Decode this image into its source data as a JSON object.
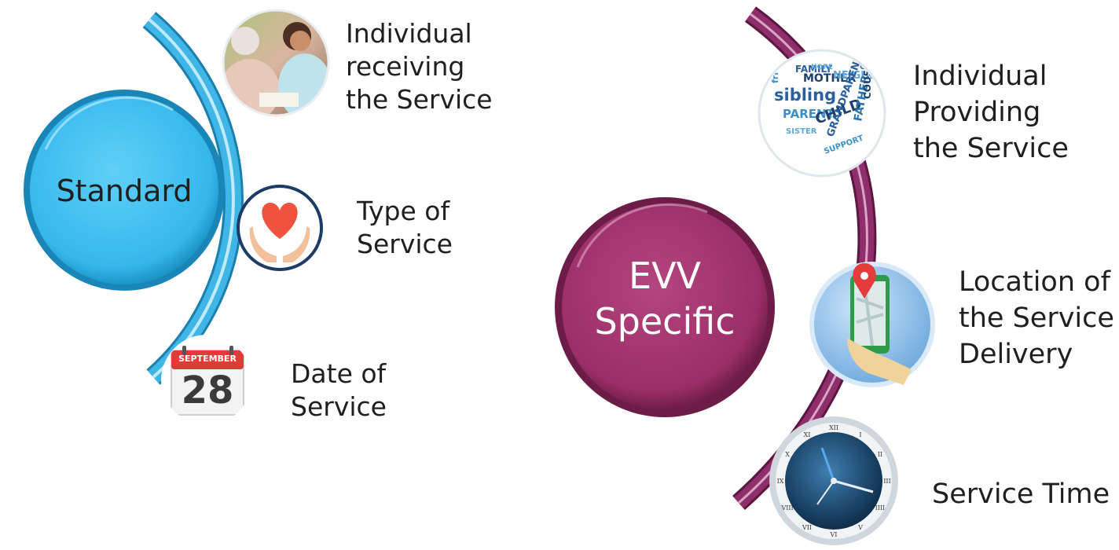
{
  "colors": {
    "standard_arc": "#2fa8d8",
    "standard_hub": "#35b7ec",
    "evv_arc": "#8e2e6a",
    "evv_hub": "#9a2e66"
  },
  "standard": {
    "hub_label": "Standard",
    "items": [
      {
        "icon": "caregiver-photo-icon",
        "lines": [
          "Individual",
          "receiving",
          "the Service"
        ]
      },
      {
        "icon": "heart-hands-icon",
        "lines": [
          "Type of",
          "Service"
        ]
      },
      {
        "icon": "calendar-icon",
        "lines": [
          "Date of",
          "Service"
        ],
        "calendar_month": "SEPTEMBER",
        "calendar_day": "28"
      }
    ]
  },
  "evv": {
    "hub_lines": [
      "EVV",
      "Specific"
    ],
    "items": [
      {
        "icon": "word-cloud-icon",
        "lines": [
          "Individual",
          "Providing",
          "the Service"
        ]
      },
      {
        "icon": "phone-map-pin-icon",
        "lines": [
          "Location of",
          "the Service",
          "Delivery"
        ]
      },
      {
        "icon": "clock-icon",
        "lines": [
          "Service Time"
        ]
      }
    ],
    "word_cloud": [
      "FAMILY",
      "friend",
      "MOTHER",
      "NEIGHBOR",
      "CAREGIVER",
      "sibling",
      "PARENT",
      "CHILD",
      "SISTER",
      "FATHER",
      "GRANDPARENT",
      "SUPPORT",
      "COUSIN",
      "NOPE"
    ],
    "clock_numerals": [
      "XII",
      "I",
      "II",
      "III",
      "IIII",
      "V",
      "VI",
      "VII",
      "VIII",
      "IX",
      "X",
      "XI"
    ]
  }
}
